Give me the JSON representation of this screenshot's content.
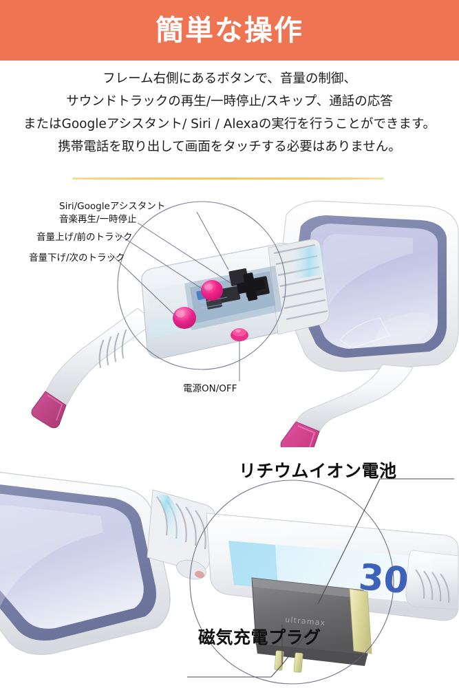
{
  "header": {
    "title": "簡単な操作",
    "background_color": "#ef7452",
    "text_color": "#ffffff"
  },
  "intro": {
    "lines": [
      "フレーム右側にあるボタンで、音量の制御、",
      "サウンドトラックの再生/一時停止/スキップ、通話の応答",
      "またはGoogleアシスタント/ Siri / Alexaの実行を行うことができます。",
      "携帯電話を取り出して画面をタッチする必要はありません。"
    ]
  },
  "divider": {
    "color": "#efc75c"
  },
  "top_figure": {
    "caption_alt": "スマートグラスのフレーム右側のボタン部分の拡大図",
    "annotations": [
      {
        "id": "assistant",
        "label": "Siri/Googleアシスタント"
      },
      {
        "id": "play",
        "label": "音楽再生/一時停止"
      },
      {
        "id": "volume_up",
        "label": "音量上げ/前のトラック"
      },
      {
        "id": "volume_down",
        "label": "音量下げ/次のトラック"
      },
      {
        "id": "power",
        "label": "電源ON/OFF"
      }
    ],
    "colors": {
      "lens": "#b9bcdd",
      "frame_rim": "#7f87ad",
      "body": "#f2f3f5",
      "button_pink": "#ef3a8e",
      "tip_magenta": "#c24a8c",
      "accent_cyan": "#9fdff0"
    }
  },
  "bottom_figure": {
    "caption_alt": "テンプル内部のバッテリーと充電端子の拡大図",
    "temple_print": "30",
    "battery_brand": "ultramax",
    "annotations": [
      {
        "id": "battery",
        "label": "リチウムイオン電池"
      },
      {
        "id": "plug",
        "label": "磁気充電プラグ"
      }
    ],
    "colors": {
      "lens": "#c3c6e2",
      "frame_rim": "#7f87ad",
      "battery_body": "#6e6e70",
      "battery_gold": "#e3e0a8",
      "print_blue": "#2f55b5",
      "glow_cyan": "#aee4f3"
    }
  }
}
